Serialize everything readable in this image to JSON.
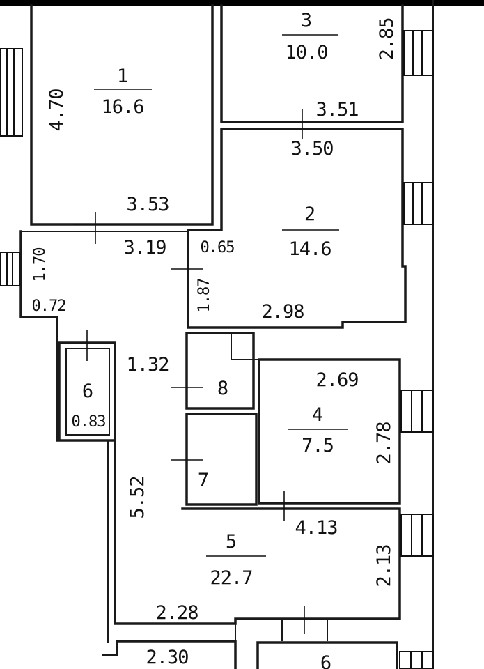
{
  "rooms": [
    {
      "number": "1",
      "area": "16.6"
    },
    {
      "number": "2",
      "area": "14.6"
    },
    {
      "number": "3",
      "area": "10.0"
    },
    {
      "number": "4",
      "area": "7.5"
    },
    {
      "number": "5",
      "area": "22.7"
    },
    {
      "number": "6",
      "area": "0.83"
    },
    {
      "number": "7"
    },
    {
      "number": "8"
    }
  ],
  "dimensions": {
    "r1_height": "4.70",
    "r1_width": "3.53",
    "r3_height": "2.85",
    "r3_width": "3.51",
    "r2_width_top": "3.50",
    "r2_offset": "0.65",
    "r2_depth": "1.87",
    "r2_width_bottom": "2.98",
    "hall_width": "3.19",
    "hall_height": "1.70",
    "hall_step": "0.72",
    "corridor_width": "1.32",
    "r4_width": "2.69",
    "r4_height": "2.78",
    "r5_width": "4.13",
    "r5_height": "2.13",
    "r5_length": "5.52",
    "r5_bottom": "2.28",
    "lower_width": "2.30"
  },
  "partial_label": "6"
}
